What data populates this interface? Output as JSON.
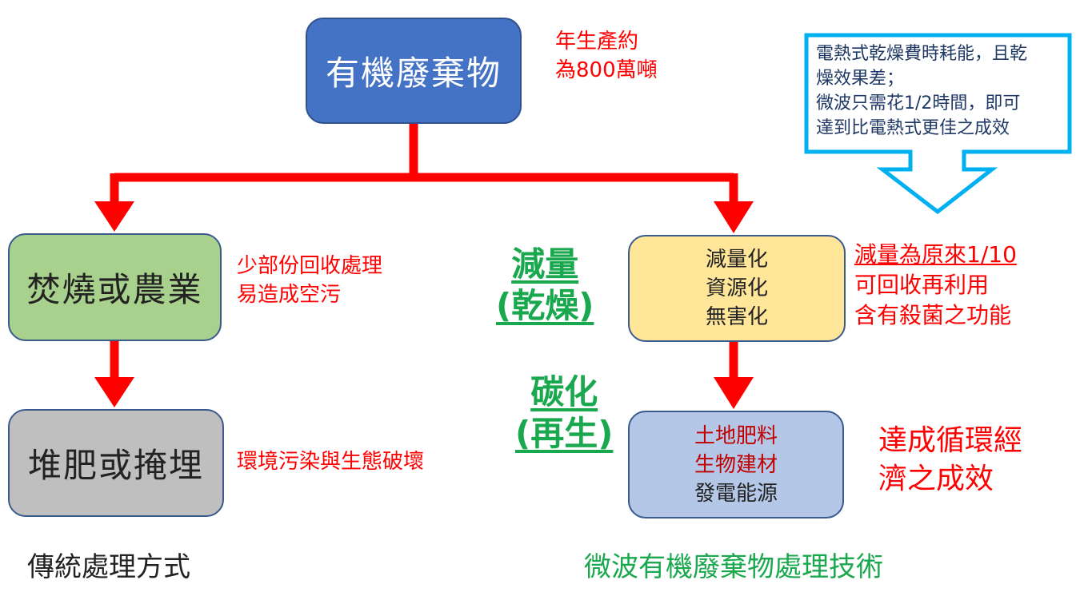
{
  "colors": {
    "arrow": "#ff0000",
    "root_fill": "#4472c4",
    "traditional_fill": "#a9d18e",
    "landfill_fill": "#bfbfbf",
    "reduce_fill": "#ffe699",
    "regen_fill": "#b4c7e7",
    "note_red": "#ff0000",
    "label_green": "#1aa84e",
    "callout_border": "#00b0f0"
  },
  "root": {
    "label": "有機廢棄物",
    "note": [
      "年生產約",
      "為800萬噸"
    ]
  },
  "traditional": {
    "box1": {
      "label": "焚燒或農業",
      "note": [
        "少部份回收處理",
        "易造成空污"
      ]
    },
    "box2": {
      "label": "堆肥或掩埋",
      "note": "環境污染與生態破壞"
    },
    "footer": "傳統處理方式"
  },
  "microwave": {
    "reduce_label": [
      "減量",
      "(乾燥)"
    ],
    "reduce_box": [
      "減量化",
      "資源化",
      "無害化"
    ],
    "reduce_note": [
      "減量為原來1/10",
      "可回收再利用",
      "含有殺菌之功能"
    ],
    "regen_label": [
      "碳化",
      "(再生)"
    ],
    "regen_box": [
      "土地肥料",
      "生物建材",
      "發電能源"
    ],
    "regen_note": [
      "達成循環經",
      "濟之成效"
    ],
    "footer": "微波有機廢棄物處理技術"
  },
  "callout": {
    "lines": [
      "電熱式乾燥費時耗能，且乾",
      "燥效果差；",
      "微波只需花1/2時間，即可",
      "達到比電熱式更佳之成效"
    ]
  }
}
